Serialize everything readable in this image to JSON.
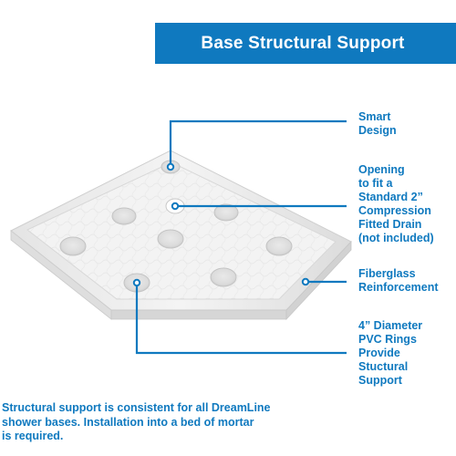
{
  "header": {
    "title": "Base Structural Support"
  },
  "callouts": [
    {
      "lines": [
        "Smart",
        "Design"
      ]
    },
    {
      "lines": [
        "Opening",
        "to fit a",
        "Standard 2”",
        "Compression",
        "Fitted Drain",
        "(not included)"
      ]
    },
    {
      "lines": [
        "Fiberglass",
        "Reinforcement"
      ]
    },
    {
      "lines": [
        "4” Diameter",
        "PVC Rings",
        "Provide",
        "Stuctural",
        "Support"
      ]
    }
  ],
  "footnote": {
    "lines": [
      "Structural support is consistent for all DreamLine",
      "shower bases. Installation into a bed of mortar",
      "is required."
    ]
  },
  "colors": {
    "brand_blue": "#0f79bf",
    "white": "#ffffff"
  }
}
